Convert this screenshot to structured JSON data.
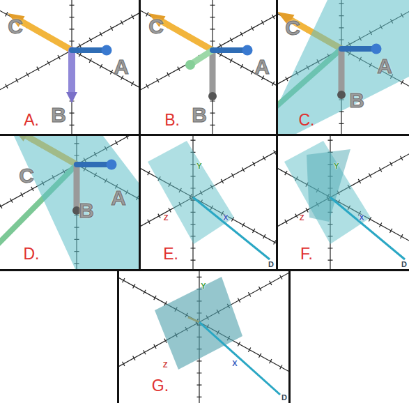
{
  "diagram": {
    "labels": [
      "C",
      "A",
      "B",
      "A.",
      "C",
      "A",
      "B",
      "B.",
      "C",
      "A",
      "B",
      "C.",
      "C",
      "A",
      "B",
      "D.",
      "Y",
      "Z",
      "X",
      "D",
      "E.",
      "Y",
      "Z",
      "X",
      "D",
      "F.",
      "Y",
      "Z",
      "X",
      "D",
      "G."
    ]
  }
}
